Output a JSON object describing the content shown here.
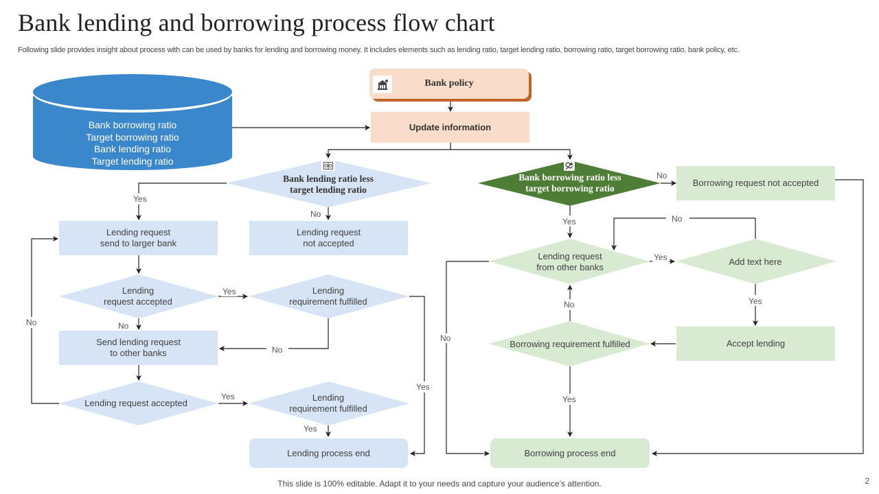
{
  "header": {
    "title": "Bank lending and borrowing process flow chart",
    "subtitle": "Following slide provides insight about process with can be used by  banks for lending and borrowing money. It includes elements such as lending ratio, target lending ratio, borrowing ratio, target borrowing ratio, bank policy, etc."
  },
  "database": {
    "lines": "Bank borrowing ratio\nTarget borrowing ratio\nBank lending ratio\nTarget lending ratio",
    "color": "#3a87cc"
  },
  "top": {
    "bank_policy": "Bank policy",
    "bank_policy_icon": "bank-building-icon",
    "update_information": "Update information"
  },
  "lending": {
    "decision_main": "Bank lending ratio less\ntarget lending ratio",
    "decision_icon": "balance-book-icon",
    "send_larger": "Lending request\nsend to larger bank",
    "not_accepted": "Lending request\nnot accepted",
    "accepted_1": "Lending\nrequest accepted",
    "requirement_1": "Lending\nrequirement fulfilled",
    "send_other": "Send lending request\nto other banks",
    "accepted_2": "Lending request accepted",
    "requirement_2": "Lending\nrequirement fulfilled",
    "process_end": "Lending process end"
  },
  "borrowing": {
    "decision_main": "Bank borrowing ratio less\ntarget borrowing ratio",
    "decision_icon": "money-hand-icon",
    "not_accepted": "Borrowing request not accepted",
    "request_other": "Lending request\nfrom other banks",
    "add_text": "Add text here",
    "requirement": "Borrowing requirement  fulfilled",
    "accept_lending": "Accept lending",
    "process_end": "Borrowing process end"
  },
  "labels": {
    "yes": "Yes",
    "no": "No"
  },
  "colors": {
    "blue_fill": "#d6e4f5",
    "green_fill": "#d9ead3",
    "dark_green": "#4e7d35",
    "peach": "#f9dcc9",
    "orange_shadow": "#c0652a",
    "db_blue": "#3a87cc"
  },
  "footer": {
    "note": "This slide is 100% editable. Adapt it to your needs and capture your audience’s attention.",
    "page": "2"
  }
}
